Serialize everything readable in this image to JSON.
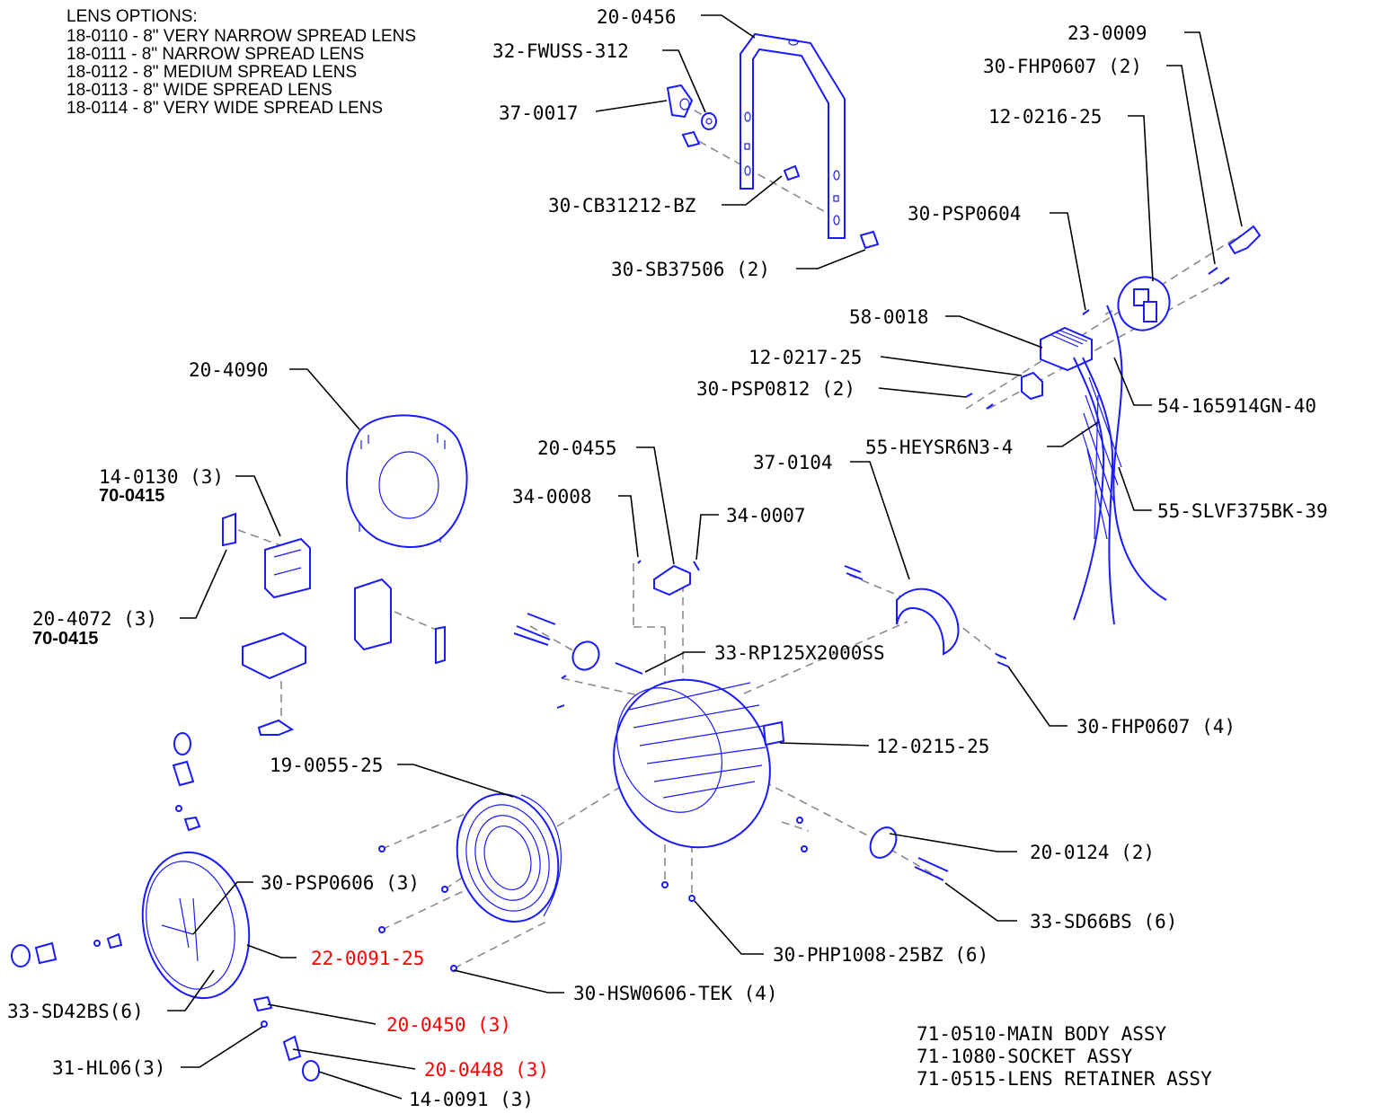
{
  "lens_options": {
    "title": "LENS OPTIONS:",
    "items": [
      "18-0110 - 8\" VERY NARROW SPREAD LENS",
      "18-0111 - 8\" NARROW SPREAD LENS",
      "18-0112 - 8\" MEDIUM SPREAD LENS",
      "18-0113 - 8\" WIDE SPREAD LENS",
      "18-0114 - 8\" VERY WIDE SPREAD LENS"
    ]
  },
  "assemblies": [
    "71-0510-MAIN BODY ASSY",
    "71-1080-SOCKET ASSY",
    "71-0515-LENS RETAINER ASSY"
  ],
  "colors": {
    "part_line": "#1a1aff",
    "highlight": "#ff0000",
    "leader": "#000000",
    "explode_line": "#8a8a8a"
  },
  "callouts": [
    {
      "id": "c1",
      "text": "20-0456",
      "style": "normal"
    },
    {
      "id": "c2",
      "text": "32-FWUSS-312",
      "style": "normal"
    },
    {
      "id": "c3",
      "text": "37-0017",
      "style": "normal"
    },
    {
      "id": "c4",
      "text": "30-CB31212-BZ",
      "style": "normal"
    },
    {
      "id": "c5",
      "text": "30-SB37506 (2)",
      "style": "normal"
    },
    {
      "id": "c6",
      "text": "23-0009",
      "style": "normal"
    },
    {
      "id": "c7",
      "text": "30-FHP0607 (2)",
      "style": "normal"
    },
    {
      "id": "c8",
      "text": "12-0216-25",
      "style": "normal"
    },
    {
      "id": "c9",
      "text": "30-PSP0604",
      "style": "normal"
    },
    {
      "id": "c10",
      "text": "58-0018",
      "style": "normal"
    },
    {
      "id": "c11",
      "text": "12-0217-25",
      "style": "normal"
    },
    {
      "id": "c12",
      "text": "30-PSP0812 (2)",
      "style": "normal"
    },
    {
      "id": "c13",
      "text": "54-165914GN-40",
      "style": "normal"
    },
    {
      "id": "c14",
      "text": "55-HEYSR6N3-4",
      "style": "normal"
    },
    {
      "id": "c15",
      "text": "55-SLVF375BK-39",
      "style": "normal"
    },
    {
      "id": "c16",
      "text": "20-4090",
      "style": "normal"
    },
    {
      "id": "c17",
      "text": "14-0130 (3)",
      "style": "normal"
    },
    {
      "id": "c18",
      "text": "70-0415",
      "style": "bold"
    },
    {
      "id": "c19",
      "text": "20-4072 (3)",
      "style": "normal"
    },
    {
      "id": "c20",
      "text": "70-0415",
      "style": "bold"
    },
    {
      "id": "c21",
      "text": "20-0455",
      "style": "normal"
    },
    {
      "id": "c22",
      "text": "34-0008",
      "style": "normal"
    },
    {
      "id": "c23",
      "text": "34-0007",
      "style": "normal"
    },
    {
      "id": "c24",
      "text": "37-0104",
      "style": "normal"
    },
    {
      "id": "c25",
      "text": "33-RP125X2000SS",
      "style": "normal"
    },
    {
      "id": "c26",
      "text": "30-FHP0607 (4)",
      "style": "normal"
    },
    {
      "id": "c27",
      "text": "12-0215-25",
      "style": "normal"
    },
    {
      "id": "c28",
      "text": "19-0055-25",
      "style": "normal"
    },
    {
      "id": "c29",
      "text": "20-0124 (2)",
      "style": "normal"
    },
    {
      "id": "c30",
      "text": "30-PSP0606 (3)",
      "style": "normal"
    },
    {
      "id": "c31",
      "text": "33-SD66BS (6)",
      "style": "normal"
    },
    {
      "id": "c32",
      "text": "22-0091-25",
      "style": "red"
    },
    {
      "id": "c33",
      "text": "30-PHP1008-25BZ (6)",
      "style": "normal"
    },
    {
      "id": "c34",
      "text": "30-HSW0606-TEK (4)",
      "style": "normal"
    },
    {
      "id": "c35",
      "text": "33-SD42BS(6)",
      "style": "normal"
    },
    {
      "id": "c36",
      "text": "20-0450 (3)",
      "style": "red"
    },
    {
      "id": "c37",
      "text": "31-HL06(3)",
      "style": "normal"
    },
    {
      "id": "c38",
      "text": "20-0448 (3)",
      "style": "red"
    },
    {
      "id": "c39",
      "text": "14-0091 (3)",
      "style": "normal"
    }
  ]
}
